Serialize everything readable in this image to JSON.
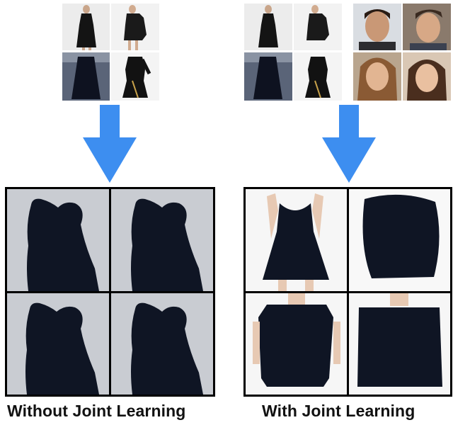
{
  "left_panel": {
    "caption": "Without Joint Learning",
    "input_images": [
      "dress-photo",
      "dress-photo",
      "dress-photo",
      "dress-photo"
    ],
    "output_images": [
      "blurry-dress",
      "blurry-dress",
      "blurry-dress",
      "blurry-dress"
    ]
  },
  "right_panel": {
    "caption": "With Joint Learning",
    "input_images": [
      "dress-photo",
      "dress-photo",
      "face-photo",
      "face-photo",
      "dress-photo",
      "dress-photo",
      "face-photo",
      "face-photo"
    ],
    "output_images": [
      "generated-dress",
      "generated-cape",
      "generated-dress",
      "generated-dress"
    ]
  },
  "colors": {
    "arrow": "#3d8ef0",
    "grid_border": "#000000",
    "blurry_background": "#c9ccd2",
    "dress": "#0f1524"
  }
}
